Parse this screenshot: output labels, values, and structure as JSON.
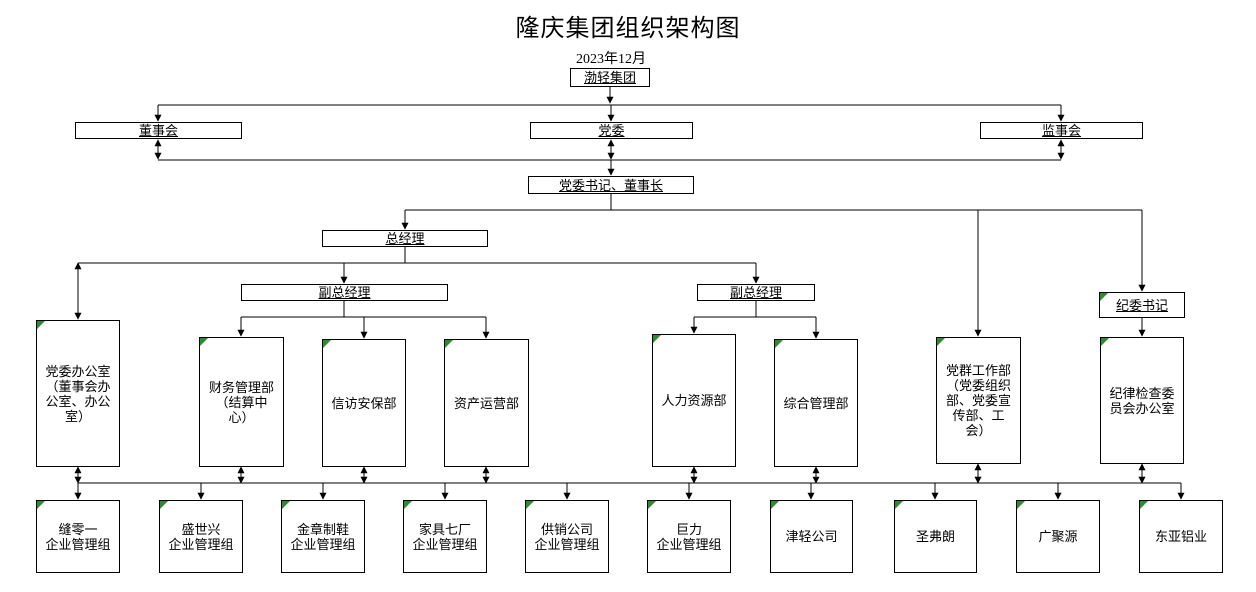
{
  "title": "隆庆集团组织架构图",
  "subtitle": "2023年12月",
  "accent_colors": {
    "line": "#000000",
    "corner_flag": "#2e8b2e"
  },
  "nodes": {
    "root": "渤轻集团",
    "board": "董事会",
    "party_committee": "党委",
    "supervisory_board": "监事会",
    "secretary_chairman": "党委书记、董事长",
    "general_manager": "总经理",
    "deputy_gm_1": "副总经理",
    "deputy_gm_2": "副总经理",
    "discipline_secretary": "纪委书记",
    "departments": [
      "党委办公室\n（董事会办\n公室、办公\n室）",
      "财务管理部\n（结算中\n心）",
      "信访安保部",
      "资产运营部",
      "人力资源部",
      "综合管理部",
      "党群工作部\n（党委组织\n部、党委宣\n传部、工\n会）",
      "纪律检查委\n员会办公室"
    ],
    "subsidiaries": [
      "缝零一\n企业管理组",
      "盛世兴\n企业管理组",
      "金章制鞋\n企业管理组",
      "家具七厂\n企业管理组",
      "供销公司\n企业管理组",
      "巨力\n企业管理组",
      "津轻公司",
      "圣弗朗",
      "广聚源",
      "东亚铝业"
    ]
  }
}
